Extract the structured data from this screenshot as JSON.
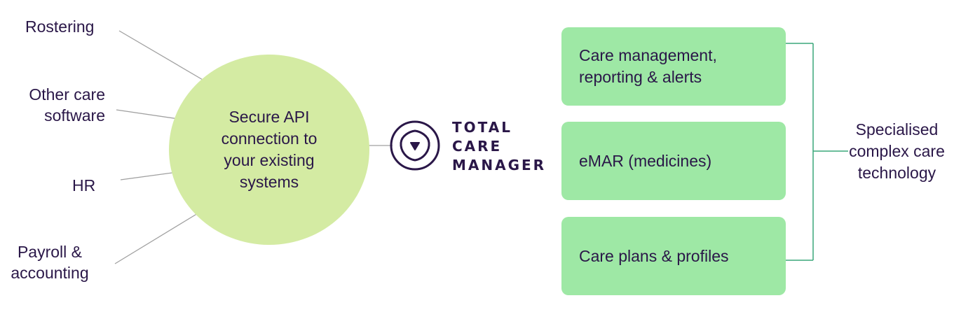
{
  "inputs": {
    "rostering": "Rostering",
    "other_care_software": "Other care\nsoftware",
    "hr": "HR",
    "payroll_accounting": "Payroll &\naccounting"
  },
  "hub": {
    "text": "Secure API\nconnection to\nyour existing\nsystems"
  },
  "logo": {
    "text": "TOTAL\nCARE\nMANAGER",
    "icon": "shield-circle-icon"
  },
  "modules": [
    "Care management,\nreporting & alerts",
    "eMAR (medicines)",
    "Care plans & profiles"
  ],
  "bracket_label": "Specialised\ncomplex care\ntechnology",
  "colors": {
    "text": "#2a1748",
    "circle_fill": "#d4eba3",
    "box_fill": "#9ee8a5",
    "bracket": "#3aa77a",
    "connector": "#a0a0a0"
  }
}
